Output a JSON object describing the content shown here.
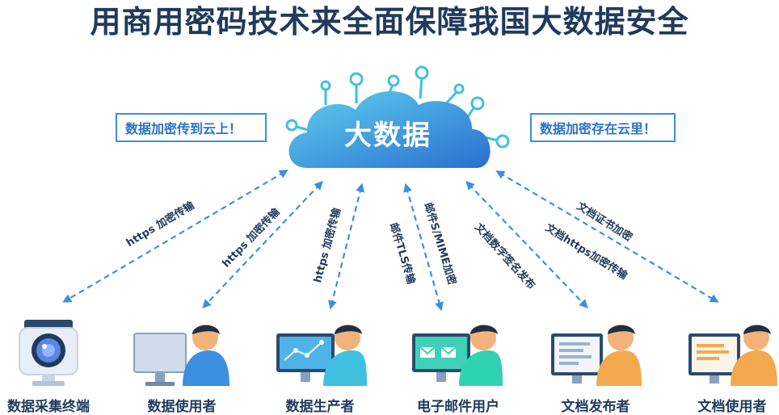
{
  "title": "用商用密码技术来全面保障我国大数据安全",
  "center": {
    "label": "大数据"
  },
  "callouts": {
    "left": "数据加密传到云上！",
    "right": "数据加密存在云里！"
  },
  "edges": [
    {
      "label": "https 加密传输"
    },
    {
      "label": "https 加密传输"
    },
    {
      "label": "https 加密传输"
    },
    {
      "label": "邮件TLS传输"
    },
    {
      "label": "邮件S/MIME加密"
    },
    {
      "label": "文档数字签名发布"
    },
    {
      "label": "文档https加密传输"
    },
    {
      "label": "文档证书加密"
    }
  ],
  "actors": [
    {
      "label": "数据采集终端",
      "icon": "camera-icon"
    },
    {
      "label": "数据使用者",
      "icon": "person-monitor-icon"
    },
    {
      "label": "数据生产者",
      "icon": "person-chart-icon"
    },
    {
      "label": "电子邮件用户",
      "icon": "person-mail-icon"
    },
    {
      "label": "文档发布者",
      "icon": "person-document-icon"
    },
    {
      "label": "文档使用者",
      "icon": "person-document-icon"
    }
  ],
  "colors": {
    "primary": "#2a72c8",
    "accent": "#3fc0e0",
    "title": "#1f3a5c"
  }
}
